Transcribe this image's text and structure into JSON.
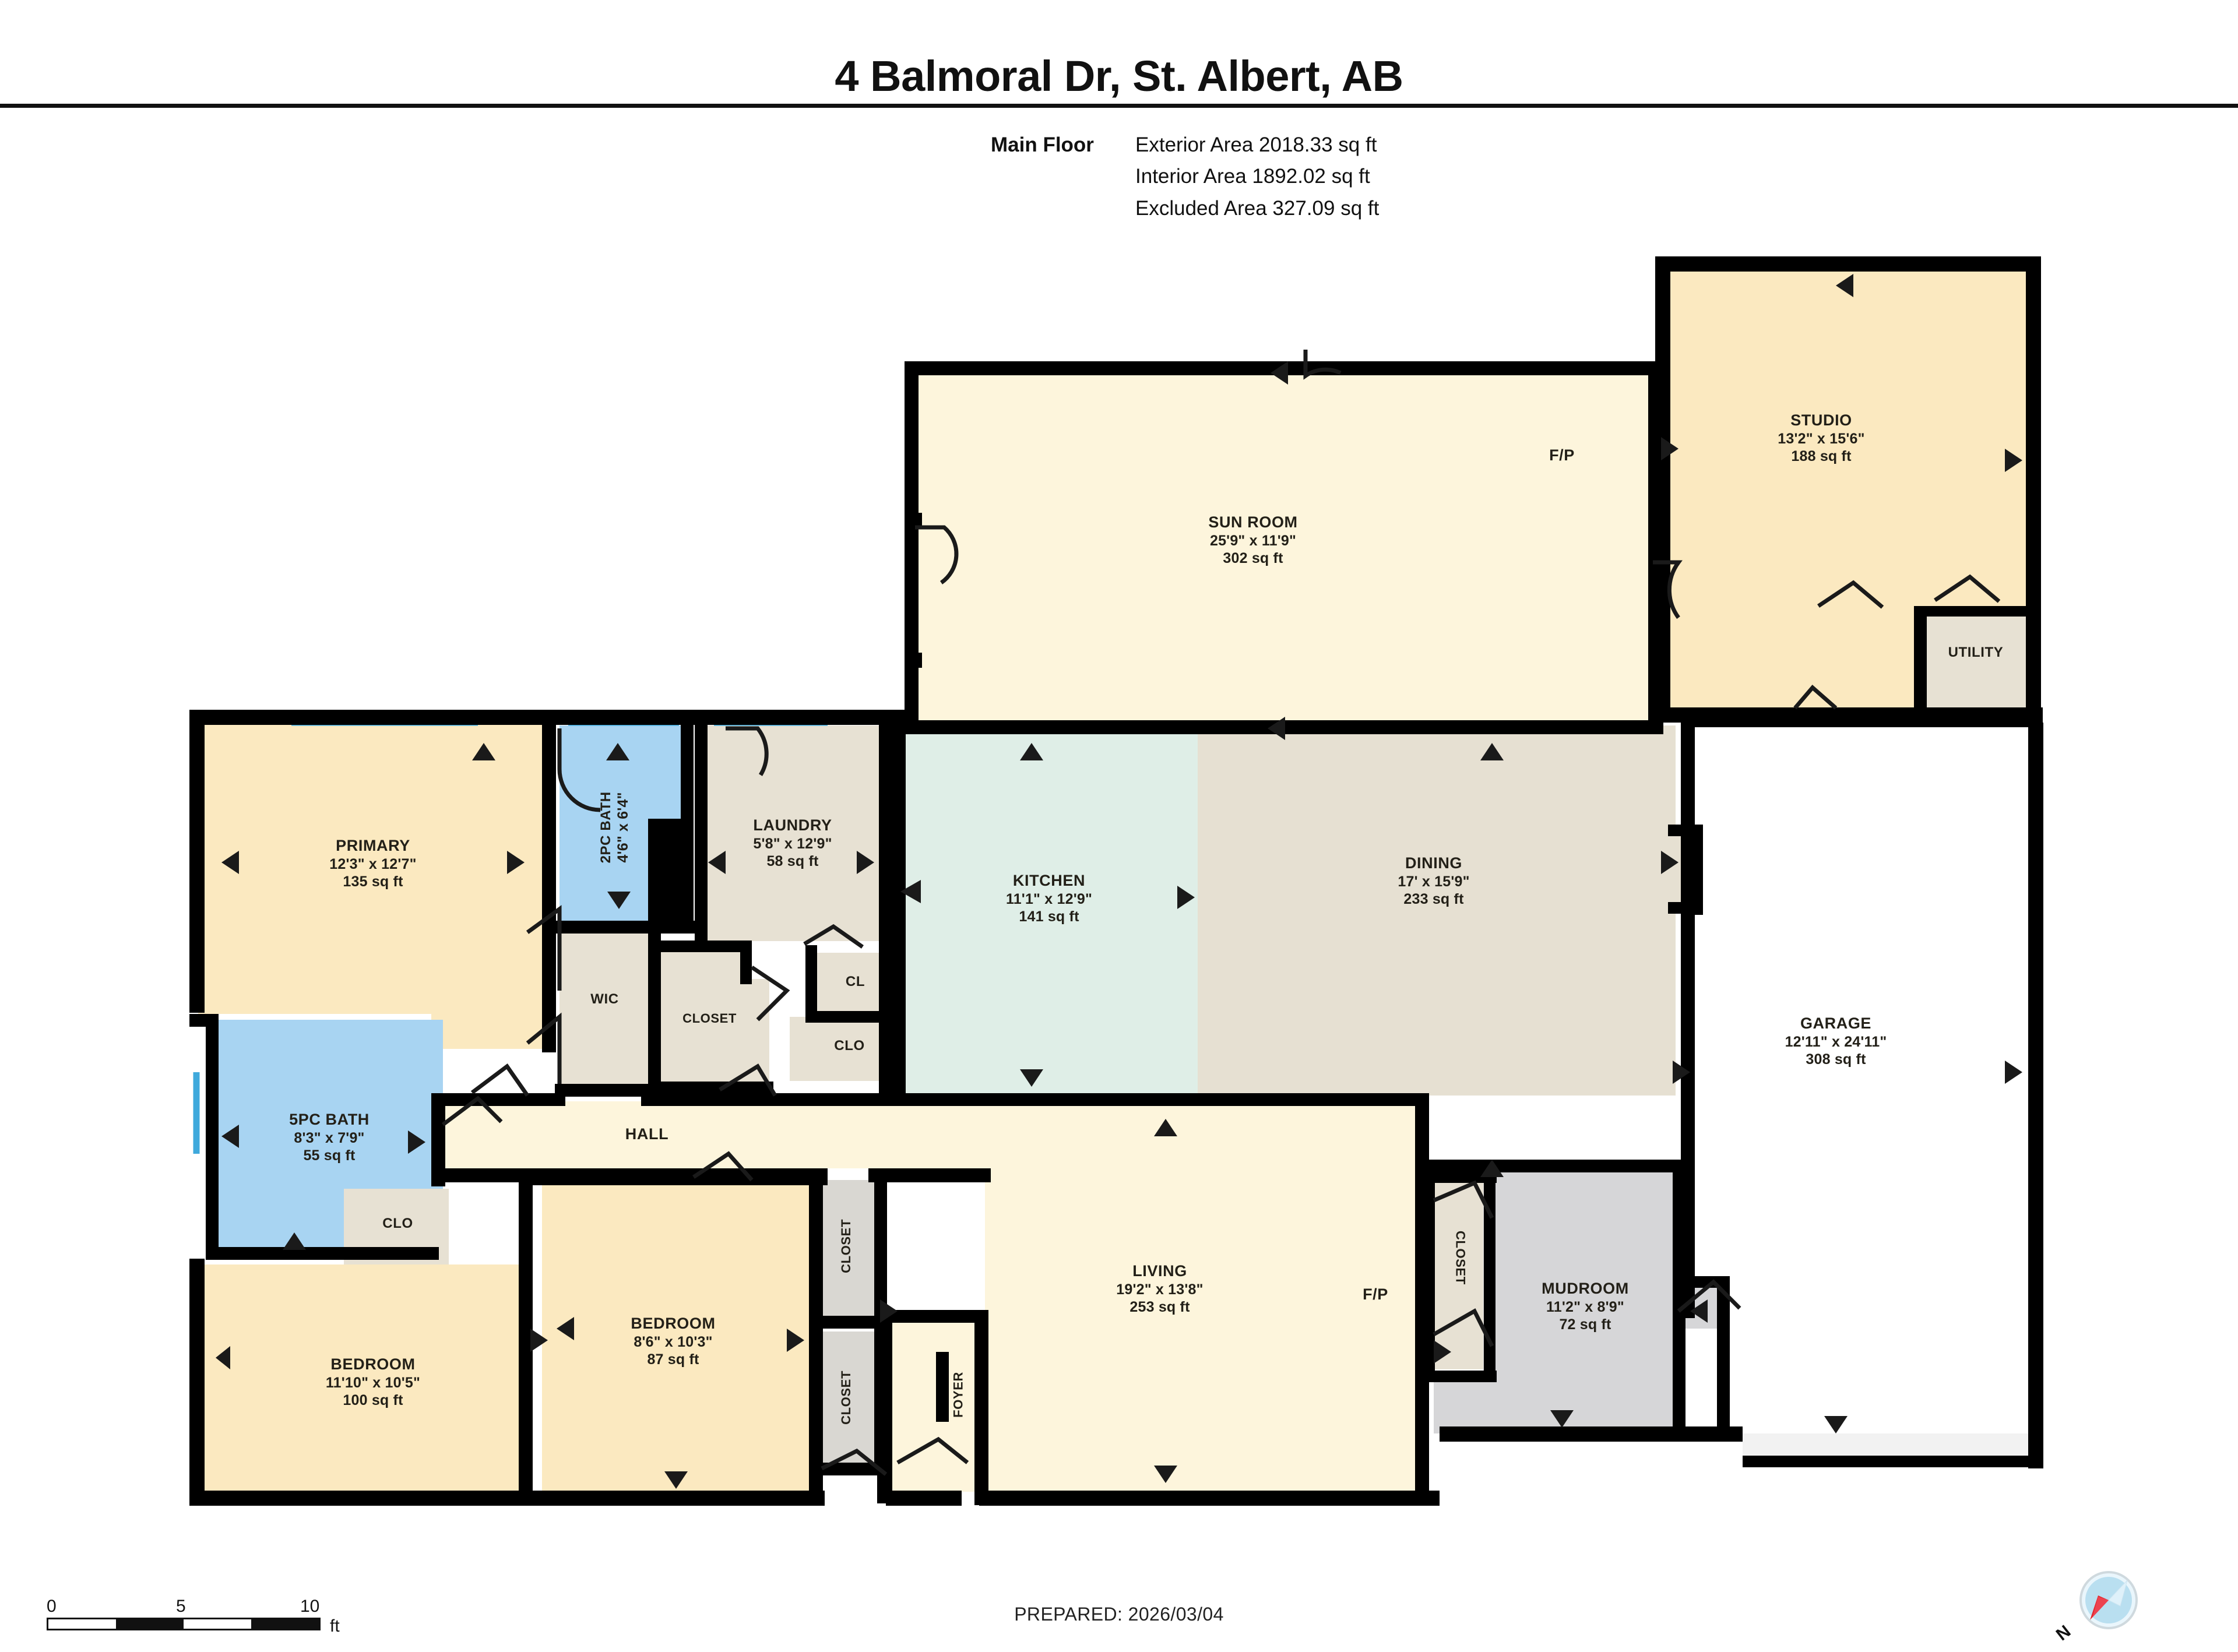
{
  "header": {
    "title": "4 Balmoral Dr, St. Albert, AB",
    "floor_label": "Main Floor",
    "areas": [
      "Exterior Area 2018.33 sq ft",
      "Interior Area 1892.02 sq ft",
      "Excluded Area 327.09 sq ft"
    ]
  },
  "footer": {
    "prepared": "PREPARED: 2026/03/04",
    "scale": {
      "ticks": [
        "0",
        "5",
        "10"
      ],
      "unit": "ft"
    },
    "compass": {
      "north_label": "N"
    }
  },
  "rooms": {
    "sun_room": {
      "name": "SUN ROOM",
      "dim": "25'9\" x 11'9\"",
      "area": "302 sq ft"
    },
    "studio": {
      "name": "STUDIO",
      "dim": "13'2\" x 15'6\"",
      "area": "188 sq ft"
    },
    "utility": {
      "name": "UTILITY"
    },
    "fp_sun": {
      "name": "F/P"
    },
    "primary": {
      "name": "PRIMARY",
      "dim": "12'3\" x 12'7\"",
      "area": "135 sq ft"
    },
    "bath2pc": {
      "name": "2PC BATH",
      "dim": "4'6\" x 6'4\""
    },
    "laundry": {
      "name": "LAUNDRY",
      "dim": "5'8\" x 12'9\"",
      "area": "58 sq ft"
    },
    "kitchen": {
      "name": "KITCHEN",
      "dim": "11'1\" x 12'9\"",
      "area": "141 sq ft"
    },
    "dining": {
      "name": "DINING",
      "dim": "17' x 15'9\"",
      "area": "233 sq ft"
    },
    "garage": {
      "name": "GARAGE",
      "dim": "12'11\" x 24'11\"",
      "area": "308 sq ft"
    },
    "wic": {
      "name": "WIC"
    },
    "closet_primary": {
      "name": "CLOSET"
    },
    "cl": {
      "name": "CL"
    },
    "clo_hall": {
      "name": "CLO"
    },
    "bath5pc": {
      "name": "5PC BATH",
      "dim": "8'3\" x 7'9\"",
      "area": "55 sq ft"
    },
    "clo_bath": {
      "name": "CLO"
    },
    "hall": {
      "name": "HALL"
    },
    "bedroom_left": {
      "name": "BEDROOM",
      "dim": "11'10\" x 10'5\"",
      "area": "100 sq ft"
    },
    "bedroom_mid": {
      "name": "BEDROOM",
      "dim": "8'6\" x 10'3\"",
      "area": "87 sq ft"
    },
    "closet_b1": {
      "name": "CLOSET"
    },
    "closet_b2": {
      "name": "CLOSET"
    },
    "foyer": {
      "name": "FOYER"
    },
    "living": {
      "name": "LIVING",
      "dim": "19'2\" x 13'8\"",
      "area": "253 sq ft"
    },
    "fp_living": {
      "name": "F/P"
    },
    "closet_mud": {
      "name": "CLOSET"
    },
    "mudroom": {
      "name": "MUDROOM",
      "dim": "11'2\" x 8'9\"",
      "area": "72 sq ft"
    }
  },
  "colors": {
    "wall": "#000000",
    "bedroom_fill": "#fbe9c0",
    "living_fill": "#fdf5dc",
    "kitchen_fill": "#dfeee7",
    "bath_fill": "#a8d4f2",
    "utility_fill": "#e7e1d3",
    "dining_fill": "#e6e0d2",
    "mudroom_fill": "#d6d6d8",
    "garage_fill": "#ffffff",
    "window": "#3fa9dc",
    "compass_needle": "#e3242b",
    "compass_dial": "#b9dff0"
  }
}
